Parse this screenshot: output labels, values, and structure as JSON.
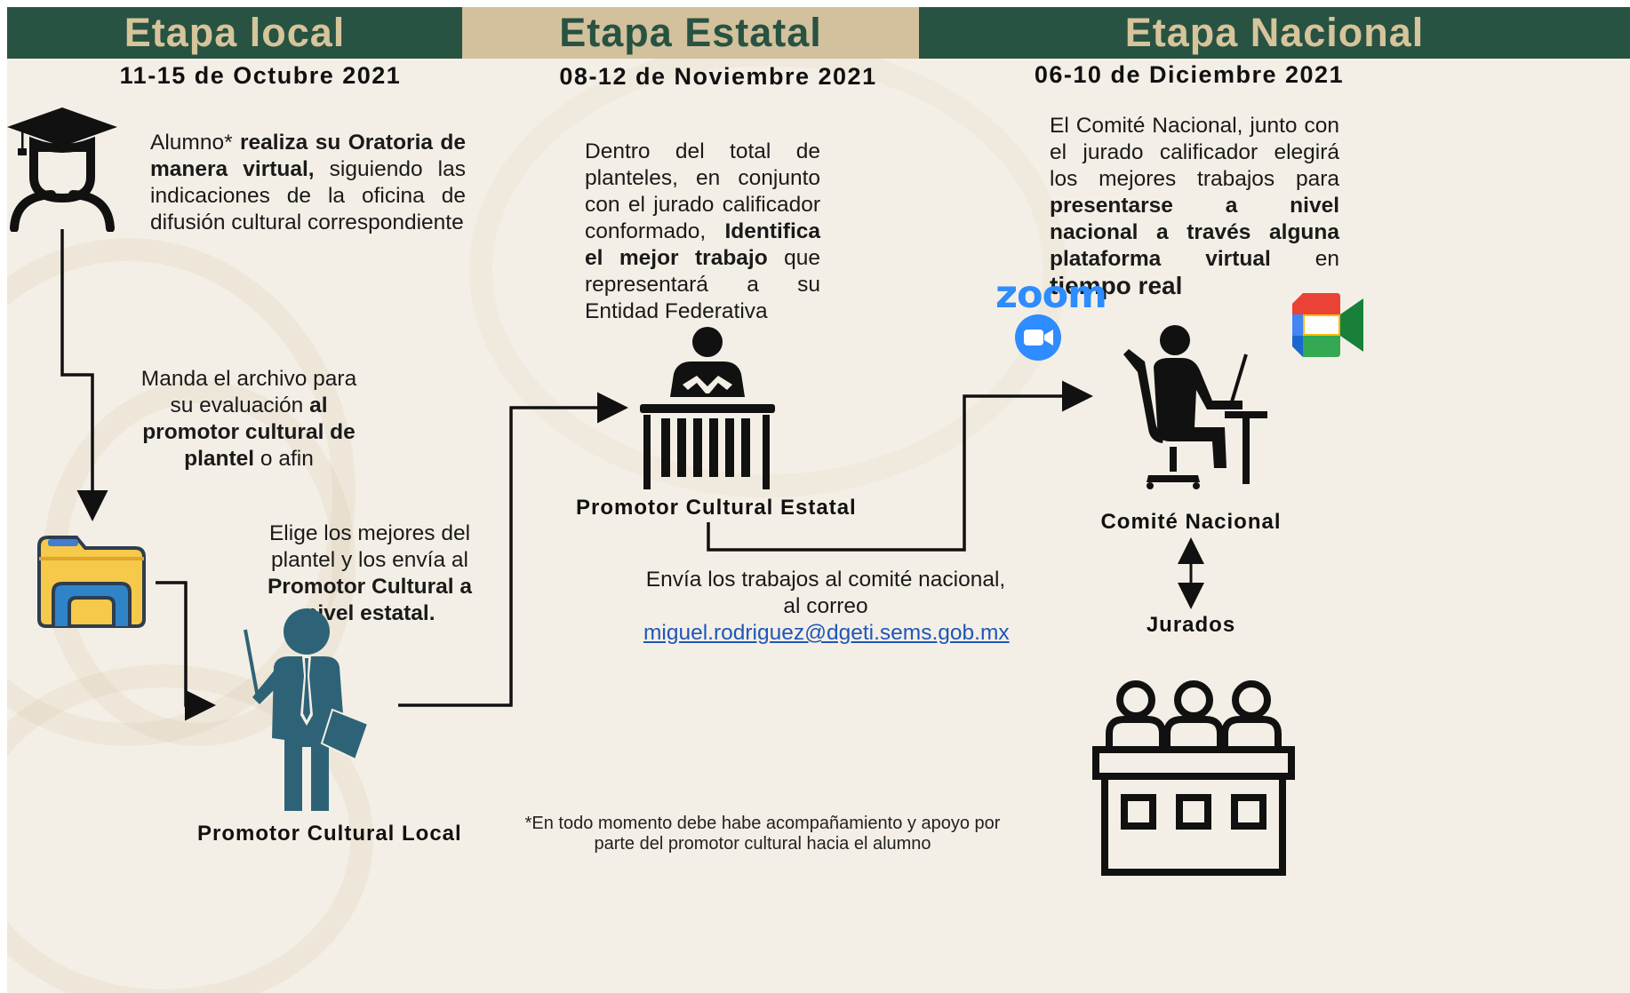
{
  "stages": [
    {
      "title": "Etapa local",
      "date": "11-15 de Octubre 2021"
    },
    {
      "title": "Etapa Estatal",
      "date": "08-12 de Noviembre 2021"
    },
    {
      "title": "Etapa Nacional",
      "date": "06-10 de Diciembre 2021"
    }
  ],
  "local": {
    "student_text": {
      "p1": "Alumno* ",
      "b1": "realiza su Oratoria de manera virtual,",
      "p2": " siguiendo las indicaciones de la oficina de difusión cultural correspondiente"
    },
    "send_text": {
      "p1": "Manda el archivo para su evaluación ",
      "b1": "al promotor cultural de plantel",
      "p2": " o afin"
    },
    "choose_text": {
      "p1": "Elige los mejores del plantel y los envía al ",
      "b1": "Promotor Cultural a nivel estatal."
    },
    "promoter_label": "Promotor Cultural Local"
  },
  "estatal": {
    "text": {
      "p1": "Dentro del total de planteles, en conjunto con el jurado calificador conformado, ",
      "b1": "Identifica el mejor trabajo",
      "p2": " que representará a su Entidad Federativa"
    },
    "promoter_label": "Promotor Cultural Estatal",
    "send_text": "Envía los trabajos al comité nacional, al correo",
    "email": "miguel.rodriguez@dgeti.sems.gob.mx"
  },
  "nacional": {
    "text": {
      "p1": "El Comité Nacional, junto con el jurado calificador elegirá los mejores trabajos para ",
      "b1": "presentarse a nivel nacional a través alguna plataforma virtual",
      "p2": " en ",
      "b2": "tiempo real"
    },
    "zoom_label": "zoom",
    "committee_label": "Comité Nacional",
    "jurors_label": "Jurados"
  },
  "footnote": "*En todo momento debe habe acompañamiento y apoyo por parte del promotor cultural hacia el alumno",
  "colors": {
    "band_green": "#285242",
    "band_beige": "#d3c19d",
    "band_text_gold": "#d6c49b",
    "teacher": "#2e6377",
    "link": "#1f56b8",
    "zoom": "#2d8cff"
  },
  "icons": [
    "graduate-student-icon",
    "folder-icon",
    "teacher-icon",
    "promoter-desk-icon",
    "zoom-camera-icon",
    "google-meet-icon",
    "computer-worker-icon",
    "jury-panel-icon"
  ]
}
